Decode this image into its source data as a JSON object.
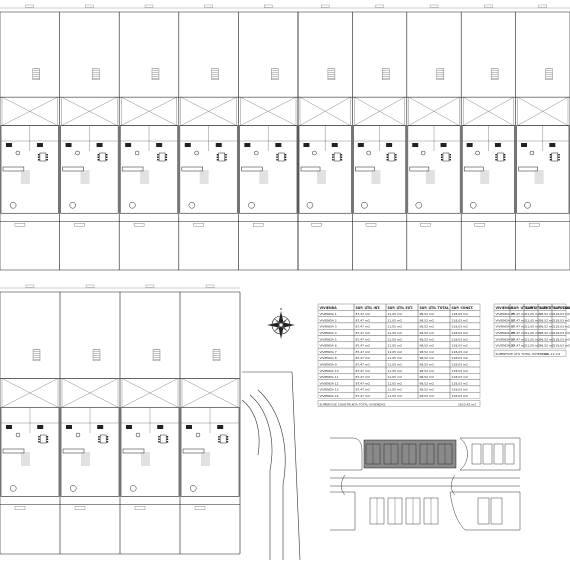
{
  "sheet": {
    "north_label": "N"
  },
  "table_left": {
    "headers": [
      "VIVIENDA",
      "SUP. UTIL INT.",
      "SUP. UTIL EXT.",
      "SUP. UTIL TOTAL",
      "SUP. CONST."
    ],
    "rows": [
      [
        "VIVIENDA 1",
        "87,47 m2",
        "11,05 m2",
        "98,52 m2",
        "118,03 m2"
      ],
      [
        "VIVIENDA 2",
        "87,47 m2",
        "11,05 m2",
        "98,52 m2",
        "118,03 m2"
      ],
      [
        "VIVIENDA 3",
        "87,47 m2",
        "11,05 m2",
        "98,52 m2",
        "118,03 m2"
      ],
      [
        "VIVIENDA 4",
        "87,47 m2",
        "11,05 m2",
        "98,52 m2",
        "118,03 m2"
      ],
      [
        "VIVIENDA 5",
        "87,47 m2",
        "11,05 m2",
        "98,52 m2",
        "118,03 m2"
      ],
      [
        "VIVIENDA 6",
        "87,47 m2",
        "11,05 m2",
        "98,52 m2",
        "118,03 m2"
      ],
      [
        "VIVIENDA 7",
        "87,47 m2",
        "11,05 m2",
        "98,52 m2",
        "118,03 m2"
      ],
      [
        "VIVIENDA 8",
        "87,47 m2",
        "11,05 m2",
        "98,52 m2",
        "118,03 m2"
      ],
      [
        "VIVIENDA 9",
        "87,47 m2",
        "11,05 m2",
        "98,52 m2",
        "118,03 m2"
      ],
      [
        "VIVIENDA 10",
        "87,47 m2",
        "11,05 m2",
        "98,52 m2",
        "118,03 m2"
      ],
      [
        "VIVIENDA 11",
        "87,47 m2",
        "11,05 m2",
        "98,52 m2",
        "118,03 m2"
      ],
      [
        "VIVIENDA 12",
        "87,47 m2",
        "11,05 m2",
        "98,52 m2",
        "118,03 m2"
      ],
      [
        "VIVIENDA 13",
        "87,47 m2",
        "11,05 m2",
        "98,52 m2",
        "118,03 m2"
      ],
      [
        "VIVIENDA 14",
        "87,47 m2",
        "11,05 m2",
        "98,52 m2",
        "118,03 m2"
      ]
    ],
    "footer_label": "SUPERFICIE CONSTRUIDA TOTAL VIVIENDAS",
    "footer_value": "1652,42 m2"
  },
  "table_right": {
    "headers": [
      "VIVIENDA",
      "SUP. UTIL INT.",
      "SUP. UTIL EXT.",
      "SUP. UTIL TOTAL",
      "SUP. CONST."
    ],
    "rows": [
      [
        "VIVIENDA 15",
        "87,47 m2",
        "11,05 m2",
        "98,52 m2",
        "118,03 m2"
      ],
      [
        "VIVIENDA 16",
        "87,47 m2",
        "11,05 m2",
        "98,52 m2",
        "118,03 m2"
      ],
      [
        "VIVIENDA 17",
        "87,47 m2",
        "11,05 m2",
        "98,52 m2",
        "118,03 m2"
      ],
      [
        "VIVIENDA 18",
        "87,47 m2",
        "11,05 m2",
        "98,52 m2",
        "118,03 m2"
      ],
      [
        "VIVIENDA 19",
        "87,47 m2",
        "11,05 m2",
        "98,52 m2",
        "118,03 m2"
      ],
      [
        "VIVIENDA 20",
        "87,47 m2",
        "11,05 m2",
        "98,52 m2",
        "118,03 m2"
      ]
    ],
    "footer_label": "SUPERFICIE UTIL TOTAL VIVIENDAS",
    "footer_value": "591,12 m2"
  },
  "colors": {
    "line": "#1a1a1a",
    "light_line": "#555555",
    "highlight_fill": "#8a8a8a",
    "background": "#ffffff"
  }
}
